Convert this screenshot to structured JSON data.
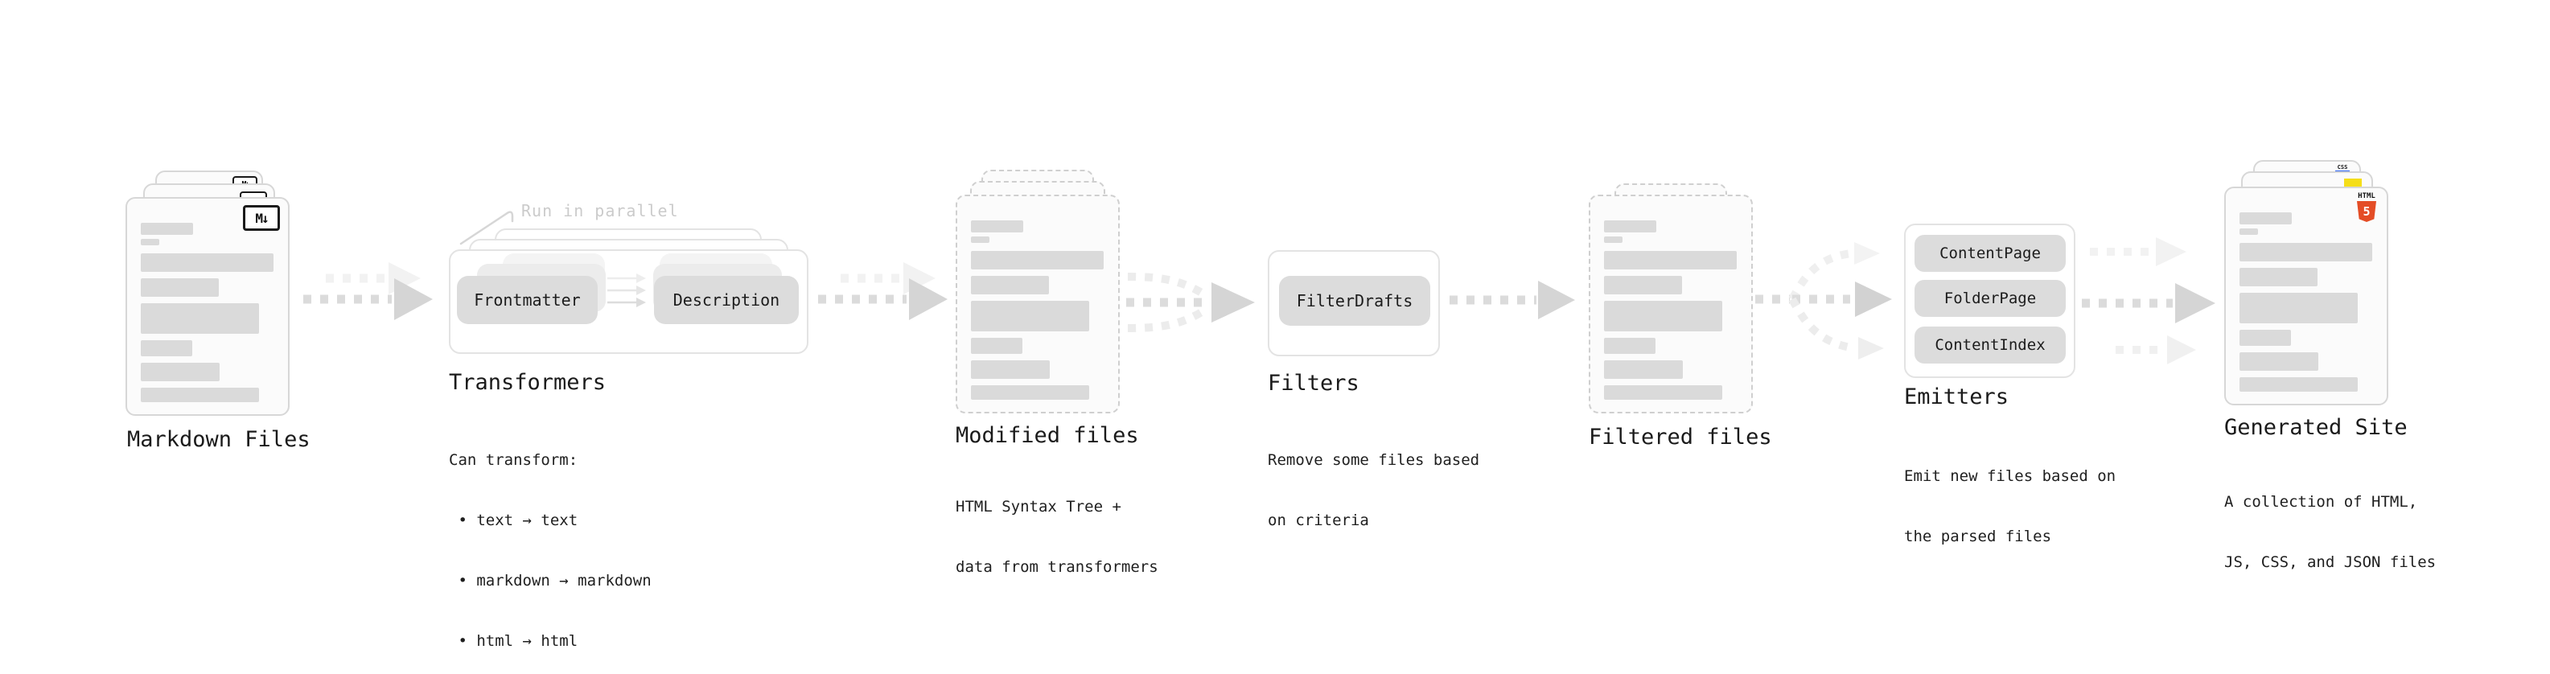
{
  "colors": {
    "html5_orange": "#e44d26",
    "js_yellow": "#f5de19",
    "css_blue": "#2962f1",
    "arrow_gray": "#d9d9d9",
    "ghost_gray": "#f1f1f1",
    "text": "#1c1c1c"
  },
  "markdown_files": {
    "label": "Markdown Files",
    "icon_text": "M↓"
  },
  "transformers": {
    "heading": "Transformers",
    "note": "Run in parallel",
    "plugins": [
      "Frontmatter",
      "Description"
    ],
    "caption": [
      "Can transform:",
      " • text → text",
      " • markdown → markdown",
      " • html → html"
    ]
  },
  "modified_files": {
    "heading": "Modified files",
    "caption": [
      "HTML Syntax Tree +",
      "data from transformers"
    ]
  },
  "filters": {
    "heading": "Filters",
    "plugins": [
      "FilterDrafts"
    ],
    "caption": [
      "Remove some files based",
      "on criteria"
    ]
  },
  "filtered_files": {
    "heading": "Filtered files"
  },
  "emitters": {
    "heading": "Emitters",
    "plugins": [
      "ContentPage",
      "FolderPage",
      "ContentIndex"
    ],
    "caption": [
      "Emit new files based on",
      "the parsed files"
    ]
  },
  "generated_site": {
    "heading": "Generated Site",
    "caption": [
      "A collection of HTML,",
      "JS, CSS, and JSON files"
    ],
    "html5_label": "HTML",
    "html5_number": "5",
    "css_label": "CSS"
  }
}
